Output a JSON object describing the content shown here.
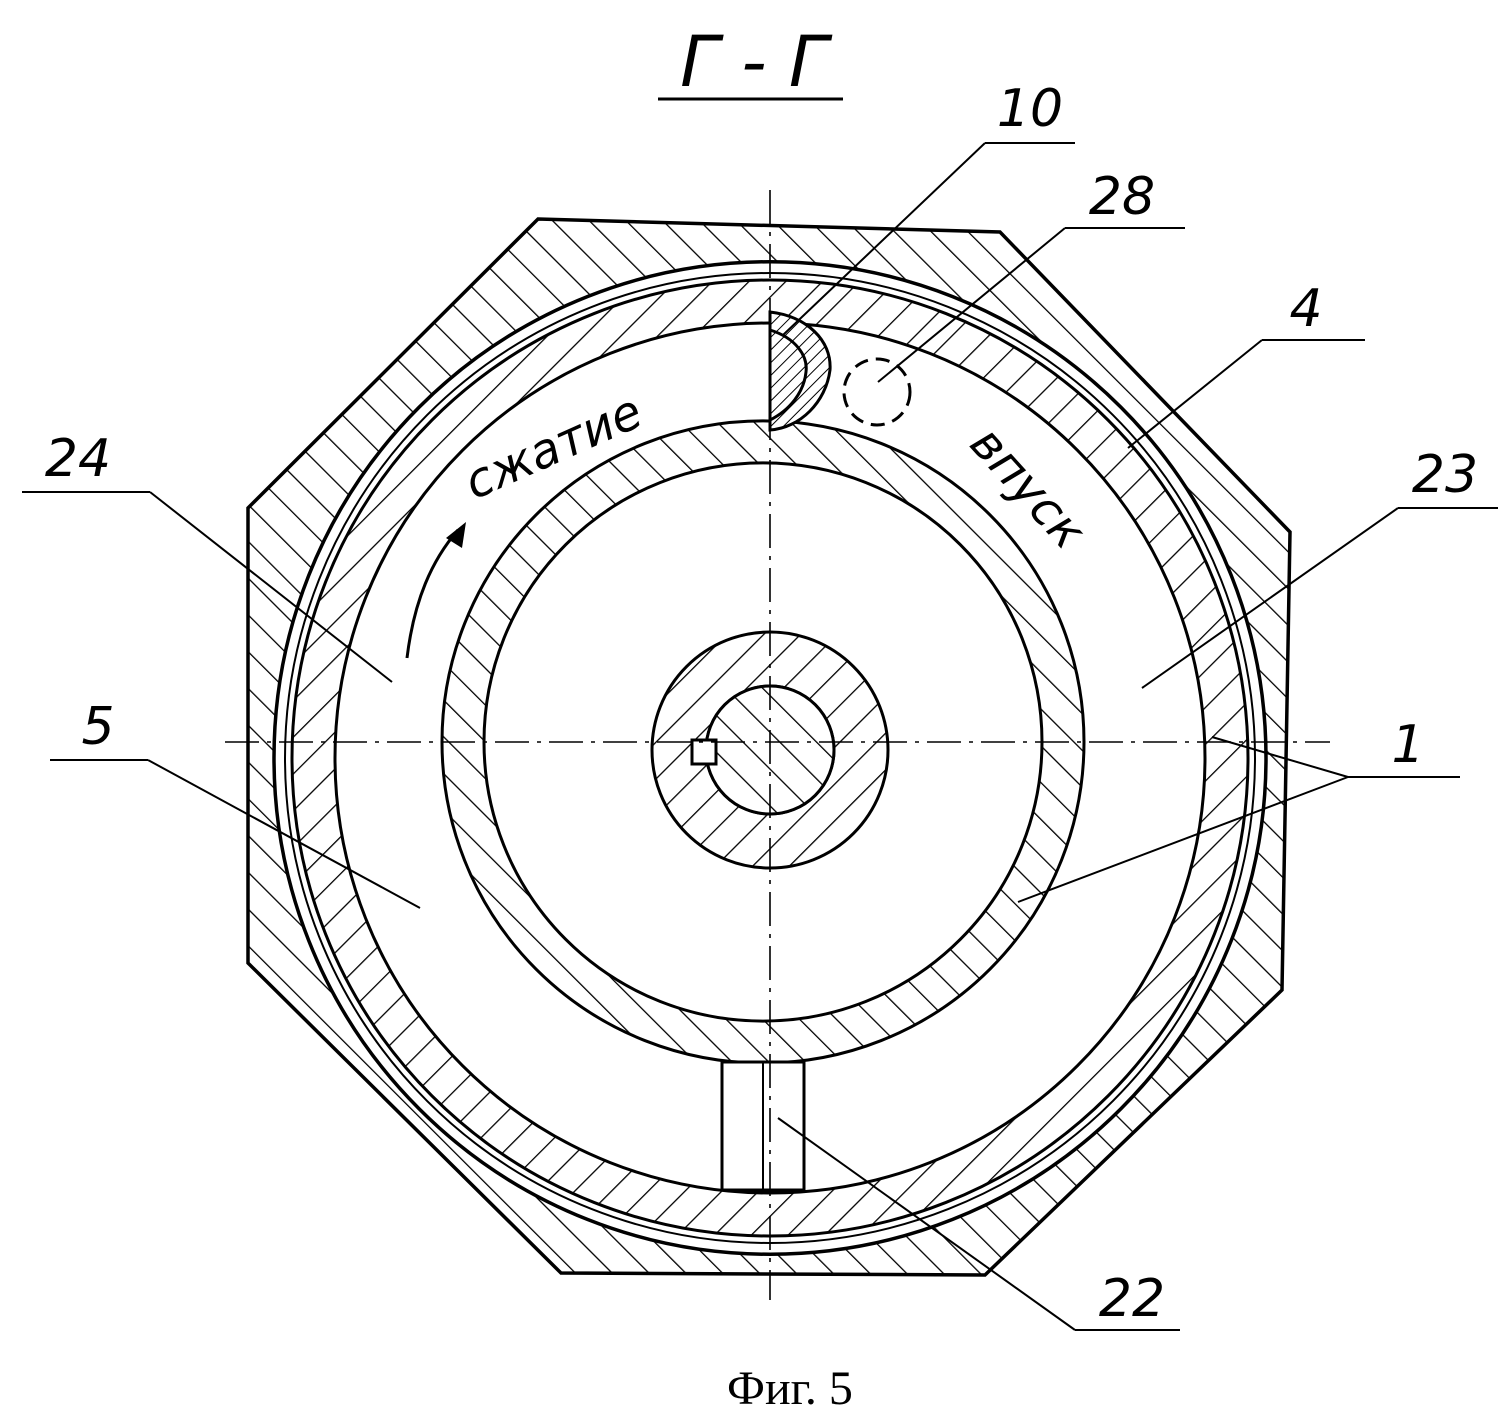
{
  "section": {
    "title": "Г - Г"
  },
  "callouts": {
    "c10": "10",
    "c28": "28",
    "c4": "4",
    "c24": "24",
    "c23": "23",
    "c5": "5",
    "c1": "1",
    "c22": "22"
  },
  "chamber_labels": {
    "compression": "сжатие",
    "intake": "впуск"
  },
  "caption": "Фиг. 5"
}
